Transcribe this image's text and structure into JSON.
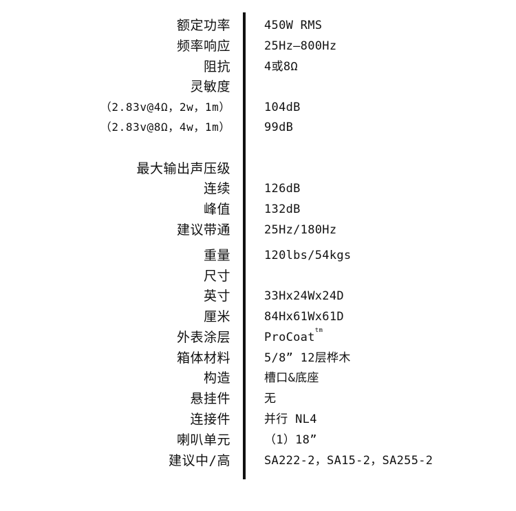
{
  "specs": {
    "rated_power": {
      "label": "额定功率",
      "value": "450W RMS"
    },
    "frequency_response": {
      "label": "频率响应",
      "value": "25Hz—800Hz"
    },
    "impedance": {
      "label": "阻抗",
      "value": "4或8Ω"
    },
    "sensitivity": {
      "label": "灵敏度"
    },
    "sensitivity_4ohm": {
      "label": "（2.83v@4Ω，2w，1m）",
      "value": "104dB"
    },
    "sensitivity_8ohm": {
      "label": "（2.83v@8Ω，4w，1m）",
      "value": "99dB"
    },
    "max_spl": {
      "label": "最大输出声压级"
    },
    "continuous": {
      "label": "连续",
      "value": "126dB"
    },
    "peak": {
      "label": "峰值",
      "value": "132dB"
    },
    "recommended_bandpass": {
      "label": "建议带通",
      "value": "25Hz/180Hz"
    },
    "weight": {
      "label": "重量",
      "value": "120lbs/54kgs"
    },
    "dimensions": {
      "label": "尺寸"
    },
    "inches": {
      "label": "英寸",
      "value": "33Hx24Wx24D"
    },
    "centimeters": {
      "label": "厘米",
      "value": "84Hx61Wx61D"
    },
    "finish": {
      "label": "外表涂层",
      "value": "ProCoat",
      "value_sup": "tm"
    },
    "enclosure_material": {
      "label": "箱体材料",
      "value": "5/8” 12层桦木"
    },
    "construction": {
      "label": "构造",
      "value": "槽口&底座"
    },
    "rigging": {
      "label": "悬挂件",
      "value": "无"
    },
    "connectors": {
      "label": "连接件",
      "value": "并行 NL4"
    },
    "drivers": {
      "label": "喇叭单元",
      "value": "（1）18”"
    },
    "recommended_mid_high": {
      "label": "建议中/高",
      "value": "SA222-2，SA15-2，SA255-2"
    }
  }
}
